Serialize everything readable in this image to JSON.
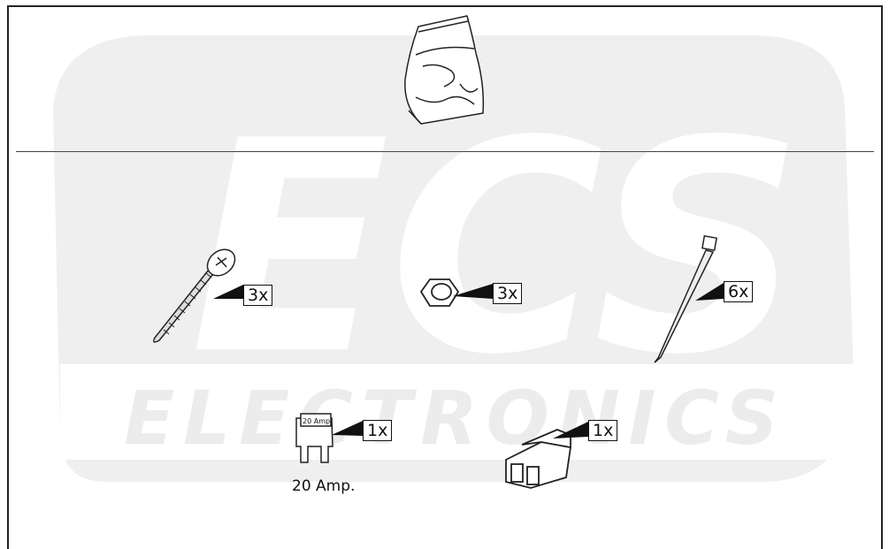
{
  "watermark": {
    "brand_letters": "ECS",
    "brand_word": "ELECTRONICS",
    "color": "#ececec"
  },
  "parts": [
    {
      "id": "bag",
      "icon": "plastic-bag-icon"
    },
    {
      "id": "screw",
      "icon": "screw-icon",
      "quantity": "3x"
    },
    {
      "id": "nut",
      "icon": "hex-nut-icon",
      "quantity": "3x"
    },
    {
      "id": "cable_tie",
      "icon": "cable-tie-icon",
      "quantity": "6x"
    },
    {
      "id": "fuse",
      "icon": "blade-fuse-icon",
      "quantity": "1x",
      "caption": "20 Amp.",
      "fuse_label": "20 Amp"
    },
    {
      "id": "connector",
      "icon": "connector-housing-icon",
      "quantity": "1x"
    }
  ]
}
